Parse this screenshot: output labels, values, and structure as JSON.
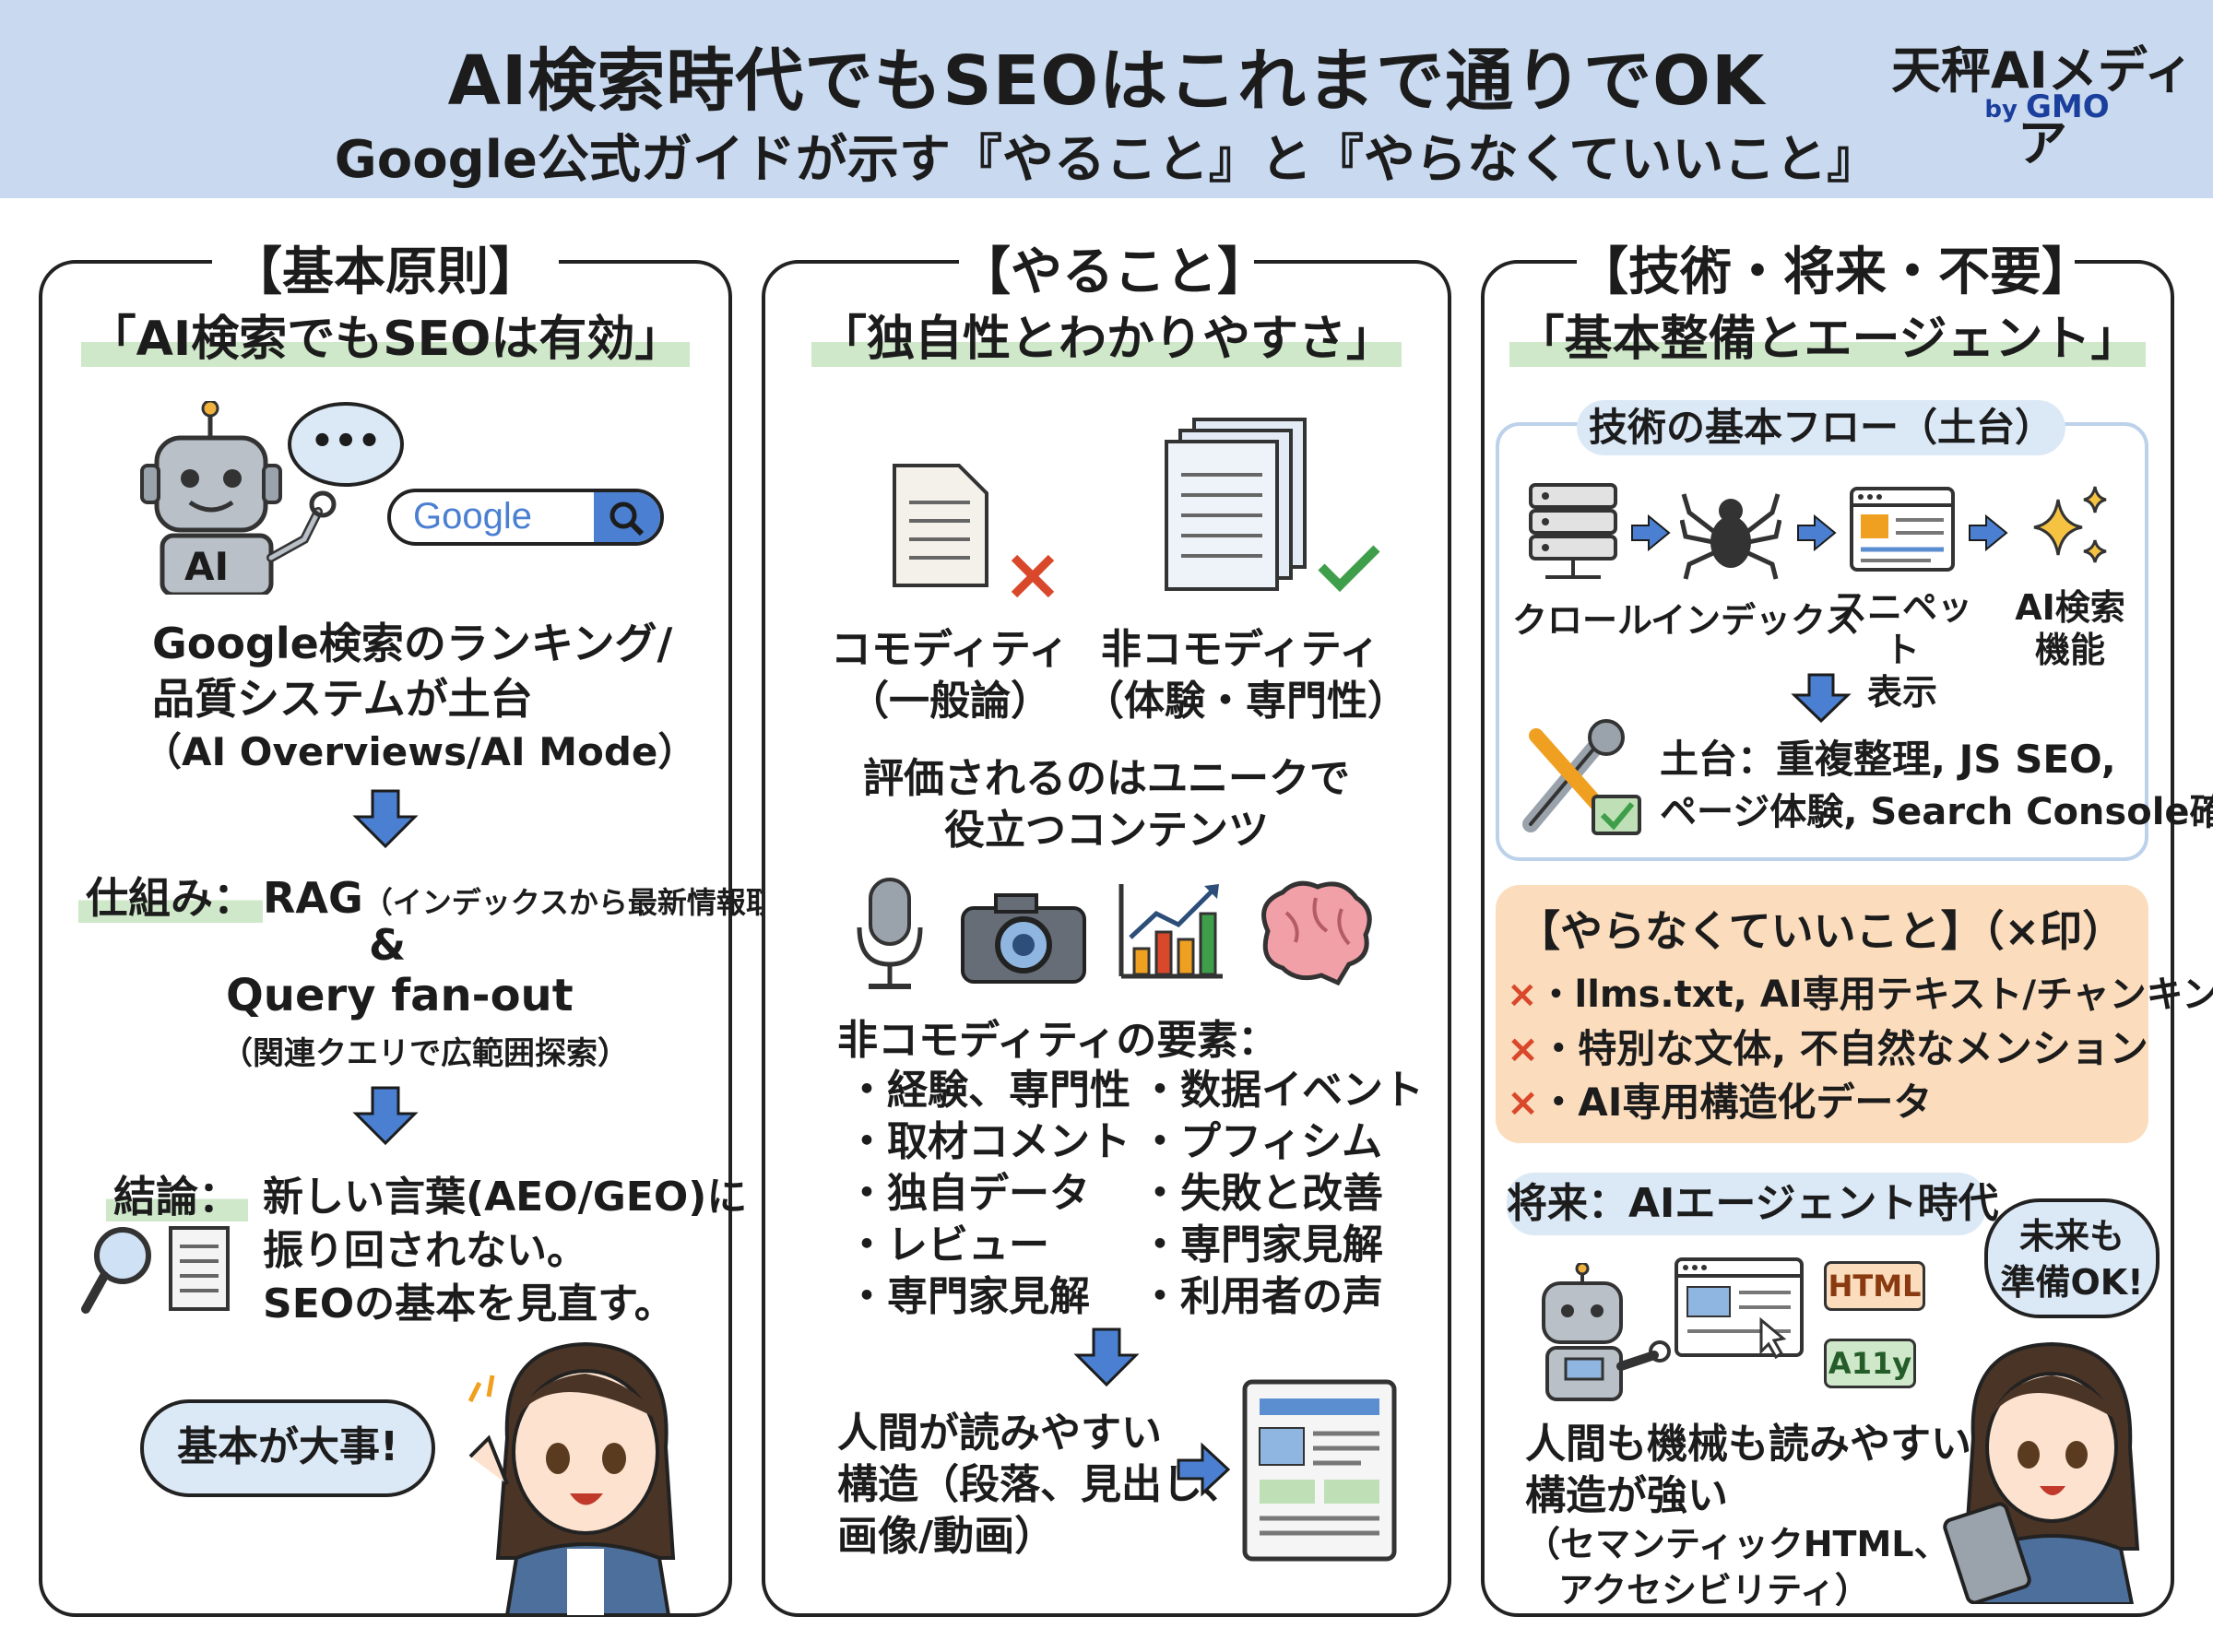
{
  "header": {
    "title": "AI検索時代でもSEOはこれまで通りでOK",
    "subtitle": "Google公式ガイドが示す『やること』と『やらなくていいこと』",
    "logo_main": "天秤AIメディア",
    "logo_by": "by",
    "logo_gmo": "GMO"
  },
  "col1": {
    "heading": "【基本原則】",
    "subheading": "「AI検索でもSEOは有効」",
    "robot_label": "AI",
    "bubble_dots": "•••",
    "search_logo": "Google",
    "foundation_line1": "Google検索のランキング/",
    "foundation_line2": "品質システムが土台",
    "foundation_line3": "（AI Overviews/AI Mode）",
    "mechanism_label": "仕組み：",
    "mechanism_rag": "RAG",
    "mechanism_rag_note": "（インデックスから最新情報取得）",
    "amp": "&",
    "fanout": "Query fan-out",
    "fanout_note": "（関連クエリで広範囲探索）",
    "conclusion_label": "結論：",
    "conclusion_line1": "新しい言葉(AEO/GEO)に",
    "conclusion_line2": "振り回されない。",
    "conclusion_line3": "SEOの基本を見直す。",
    "speech": "基本が大事!"
  },
  "col2": {
    "heading": "【やること】",
    "subheading": "「独自性とわかりやすさ」",
    "commodity_line1": "コモディティ",
    "commodity_line2": "（一般論）",
    "noncommodity_line1": "非コモディティ",
    "noncommodity_line2": "（体験・専門性）",
    "evaluated_line1": "評価されるのはユニークで",
    "evaluated_line2": "役立つコンテンツ",
    "elements_title": "非コモディティの要素：",
    "elements_left": [
      "・経験、専門性",
      "・取材コメント",
      "・独自データ",
      "・レビュー",
      "・専門家見解"
    ],
    "elements_right": [
      "・数据イベント",
      "・プフィシム",
      "・失敗と改善",
      "・専門家見解",
      "・利用者の声"
    ],
    "structure_line1": "人間が読みやすい",
    "structure_line2": "構造（段落、見出し、",
    "structure_line3": "画像/動画）"
  },
  "col3": {
    "heading": "【技術・将来・不要】",
    "subheading": "「基本整備とエージェント」",
    "flow_title": "技術の基本フロー（土台）",
    "flow_steps": [
      "クロール",
      "インデックス",
      "スニペット\n表示",
      "AI検索\n機能"
    ],
    "foundation_line1": "土台：重複整理, JS SEO,",
    "foundation_line2": "ページ体験, Search Console確認",
    "not_needed_title": "【やらなくていいこと】（×印）",
    "not_needed_mark": "×",
    "not_needed_items": [
      "・llms.txt, AI専用テキスト/チャンキング",
      "・特別な文体, 不自然なメンション",
      "・AI専用構造化データ"
    ],
    "future_title": "将来：AIエージェント時代",
    "tag_html": "HTML",
    "tag_a11y": "A11y",
    "speech_line1": "未来も",
    "speech_line2": "準備OK!",
    "future_line1": "人間も機械も読みやすい",
    "future_line2": "構造が強い",
    "future_line3": "（セマンティックHTML、",
    "future_line4": "アクセシビリティ）"
  },
  "colors": {
    "header_bg": "#c9daf0",
    "highlight": "#cfe8c9",
    "arrow": "#4a7fd1",
    "orange_box": "#fbdcbc",
    "cross": "#d9482b",
    "check": "#3f9e4a"
  }
}
